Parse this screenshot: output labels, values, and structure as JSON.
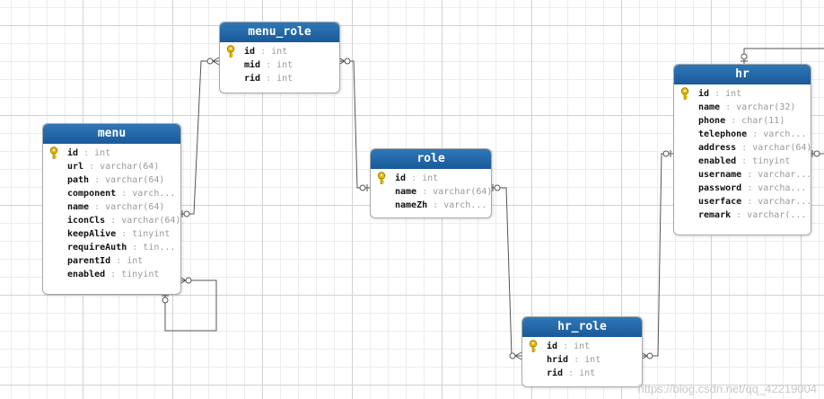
{
  "entities": [
    {
      "id": "menu_role",
      "title": "menu_role",
      "fields": [
        {
          "name": "id",
          "type": "int",
          "key": true
        },
        {
          "name": "mid",
          "type": "int",
          "key": false
        },
        {
          "name": "rid",
          "type": "int",
          "key": false
        }
      ]
    },
    {
      "id": "menu",
      "title": "menu",
      "fields": [
        {
          "name": "id",
          "type": "int",
          "key": true
        },
        {
          "name": "url",
          "type": "varchar(64)",
          "key": false
        },
        {
          "name": "path",
          "type": "varchar(64)",
          "key": false
        },
        {
          "name": "component",
          "type": "varch...",
          "key": false
        },
        {
          "name": "name",
          "type": "varchar(64)",
          "key": false
        },
        {
          "name": "iconCls",
          "type": "varchar(64)",
          "key": false
        },
        {
          "name": "keepAlive",
          "type": "tinyint",
          "key": false
        },
        {
          "name": "requireAuth",
          "type": "tin...",
          "key": false
        },
        {
          "name": "parentId",
          "type": "int",
          "key": false
        },
        {
          "name": "enabled",
          "type": "tinyint",
          "key": false
        }
      ]
    },
    {
      "id": "role",
      "title": "role",
      "fields": [
        {
          "name": "id",
          "type": "int",
          "key": true
        },
        {
          "name": "name",
          "type": "varchar(64)",
          "key": false
        },
        {
          "name": "nameZh",
          "type": "varch...",
          "key": false
        }
      ]
    },
    {
      "id": "hr",
      "title": "hr",
      "fields": [
        {
          "name": "id",
          "type": "int",
          "key": true
        },
        {
          "name": "name",
          "type": "varchar(32)",
          "key": false
        },
        {
          "name": "phone",
          "type": "char(11)",
          "key": false
        },
        {
          "name": "telephone",
          "type": "varch...",
          "key": false
        },
        {
          "name": "address",
          "type": "varchar(64)",
          "key": false
        },
        {
          "name": "enabled",
          "type": "tinyint",
          "key": false
        },
        {
          "name": "username",
          "type": "varchar...",
          "key": false
        },
        {
          "name": "password",
          "type": "varcha...",
          "key": false
        },
        {
          "name": "userface",
          "type": "varchar...",
          "key": false
        },
        {
          "name": "remark",
          "type": "varchar(...",
          "key": false
        }
      ]
    },
    {
      "id": "hr_role",
      "title": "hr_role",
      "fields": [
        {
          "name": "id",
          "type": "int",
          "key": true
        },
        {
          "name": "hrid",
          "type": "int",
          "key": false
        },
        {
          "name": "rid",
          "type": "int",
          "key": false
        }
      ]
    }
  ],
  "relations": [
    {
      "from": "menu_role",
      "to": "menu",
      "from_field": "mid",
      "cardinality": "many-to-one"
    },
    {
      "from": "menu_role",
      "to": "role",
      "from_field": "rid",
      "cardinality": "many-to-one"
    },
    {
      "from": "hr_role",
      "to": "role",
      "from_field": "rid",
      "cardinality": "many-to-one"
    },
    {
      "from": "hr_role",
      "to": "hr",
      "from_field": "hrid",
      "cardinality": "many-to-one"
    },
    {
      "from": "menu",
      "to": "menu",
      "from_field": "parentId",
      "cardinality": "self-reference"
    }
  ],
  "watermark": "https://blog.csdn.net/qq_42219004",
  "colors": {
    "header": "#1d5f9f",
    "line": "#555555",
    "type_text": "#999999",
    "key": "#e6b800"
  }
}
